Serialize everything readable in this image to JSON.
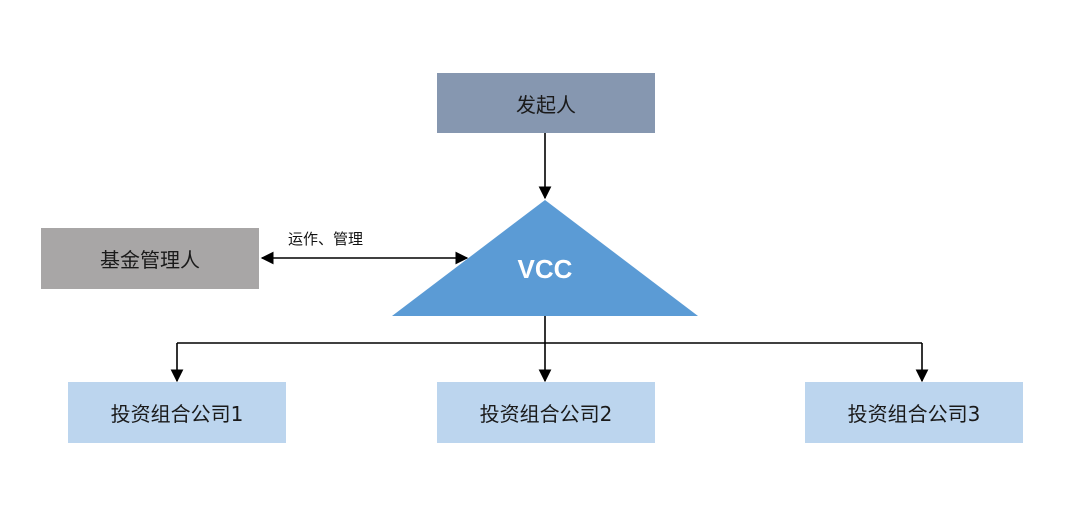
{
  "nodes": {
    "sponsor": {
      "label": "发起人",
      "color": "#8697b0"
    },
    "fund_manager": {
      "label": "基金管理人",
      "color": "#a8a6a6"
    },
    "vcc": {
      "label": "VCC",
      "color": "#5b9bd5"
    },
    "portfolio": [
      {
        "label": "投资组合公司1"
      },
      {
        "label": "投资组合公司2"
      },
      {
        "label": "投资组合公司3"
      }
    ],
    "portfolio_color": "#bcd5ee"
  },
  "edges": {
    "manager_vcc_label": "运作、管理"
  }
}
